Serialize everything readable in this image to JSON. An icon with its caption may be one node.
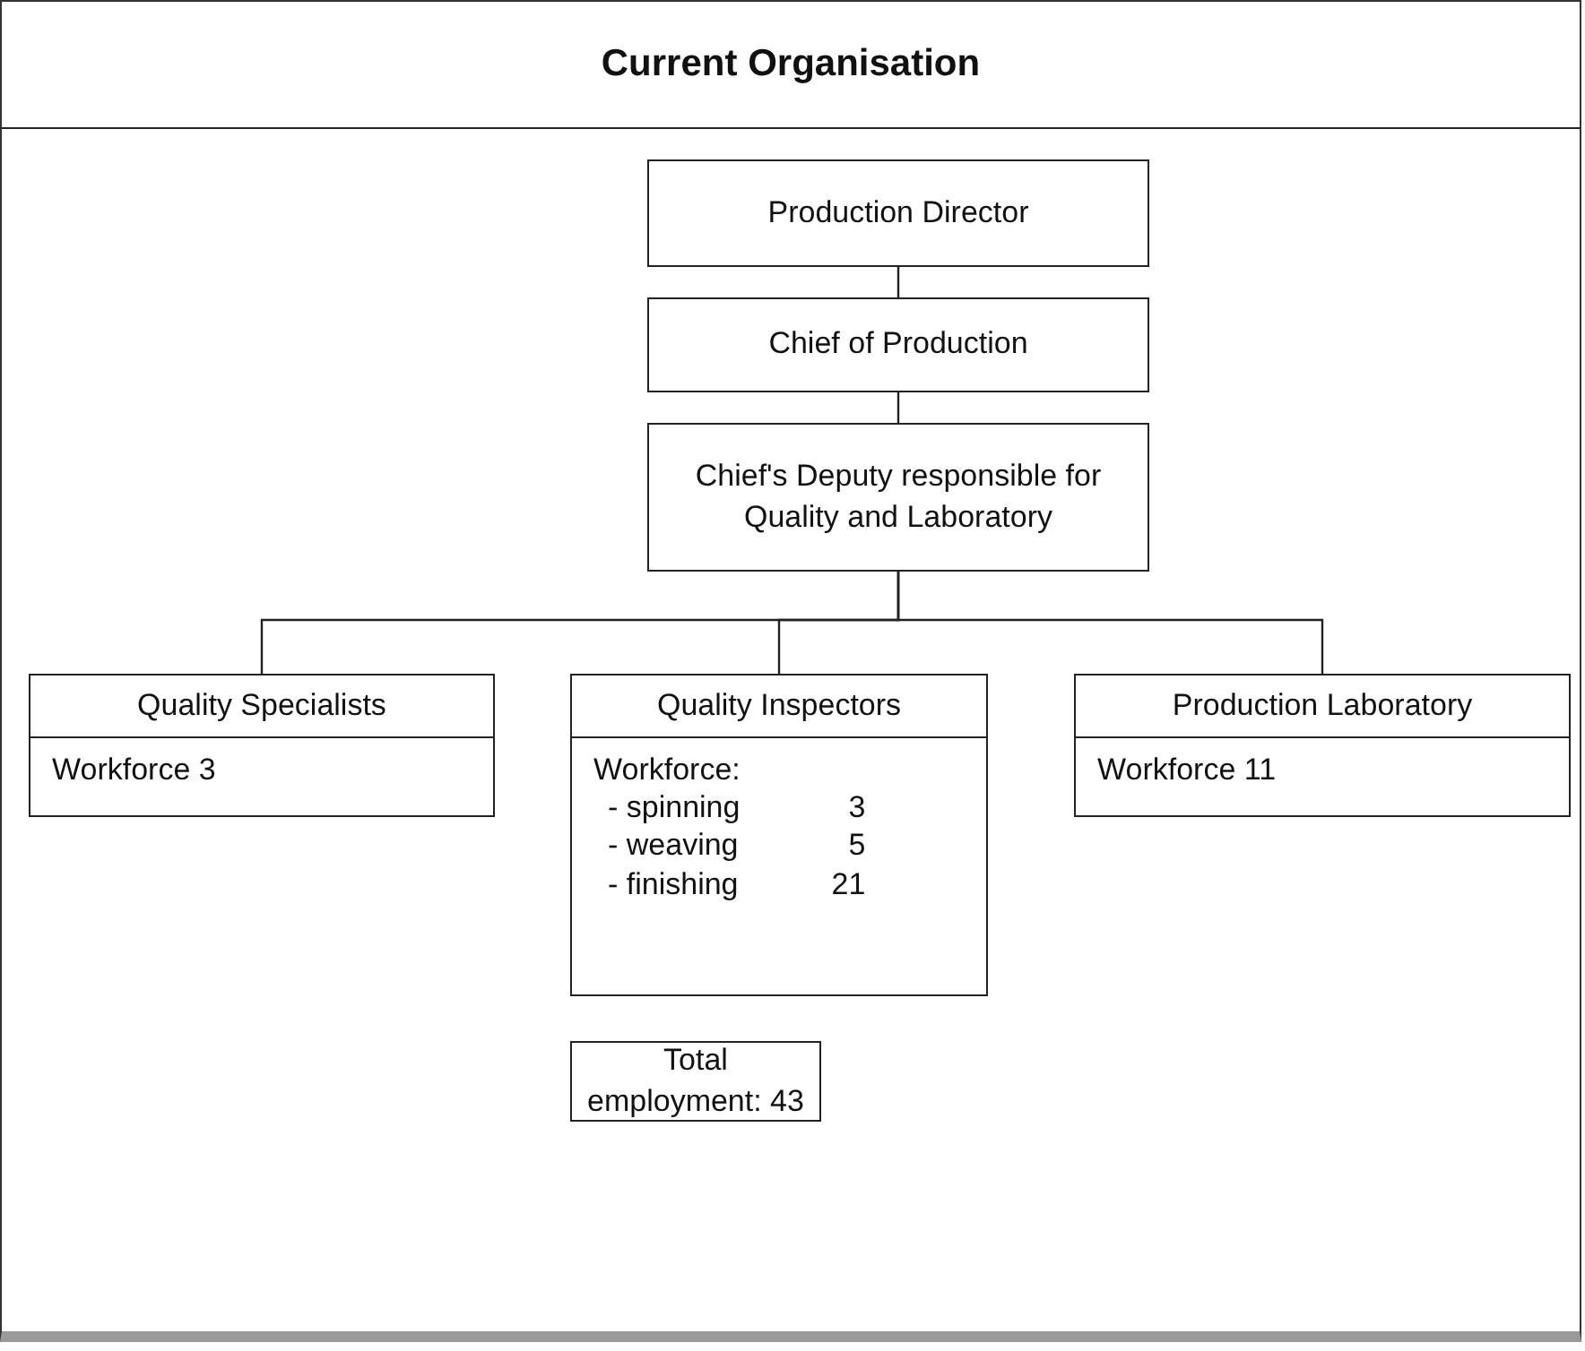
{
  "diagram": {
    "title": "Current Organisation",
    "nodes": [
      {
        "text": [
          "Production Director"
        ]
      },
      {
        "text": [
          "Chief of Production"
        ]
      },
      {
        "text": [
          "Chief's Deputy responsible for Quality and Laboratory"
        ]
      },
      {
        "text": [
          "Quality Specialists",
          "Workforce 3"
        ]
      },
      {
        "text": [
          "Quality Inspectors",
          "Workforce:",
          "- spinning",
          "3",
          "- weaving",
          "5",
          "- finishing",
          "21"
        ]
      },
      {
        "text": [
          "Production Laboratory",
          "Workforce 11"
        ]
      },
      {
        "text": [
          "Total employment: 43"
        ]
      }
    ],
    "edges": [
      {
        "from": 0,
        "to": 1,
        "arrow": "none"
      },
      {
        "from": 1,
        "to": 2,
        "arrow": "none"
      },
      {
        "from": 2,
        "to": 3,
        "arrow": "none"
      },
      {
        "from": 2,
        "to": 4,
        "arrow": "none"
      },
      {
        "from": 2,
        "to": 5,
        "arrow": "none"
      }
    ]
  }
}
